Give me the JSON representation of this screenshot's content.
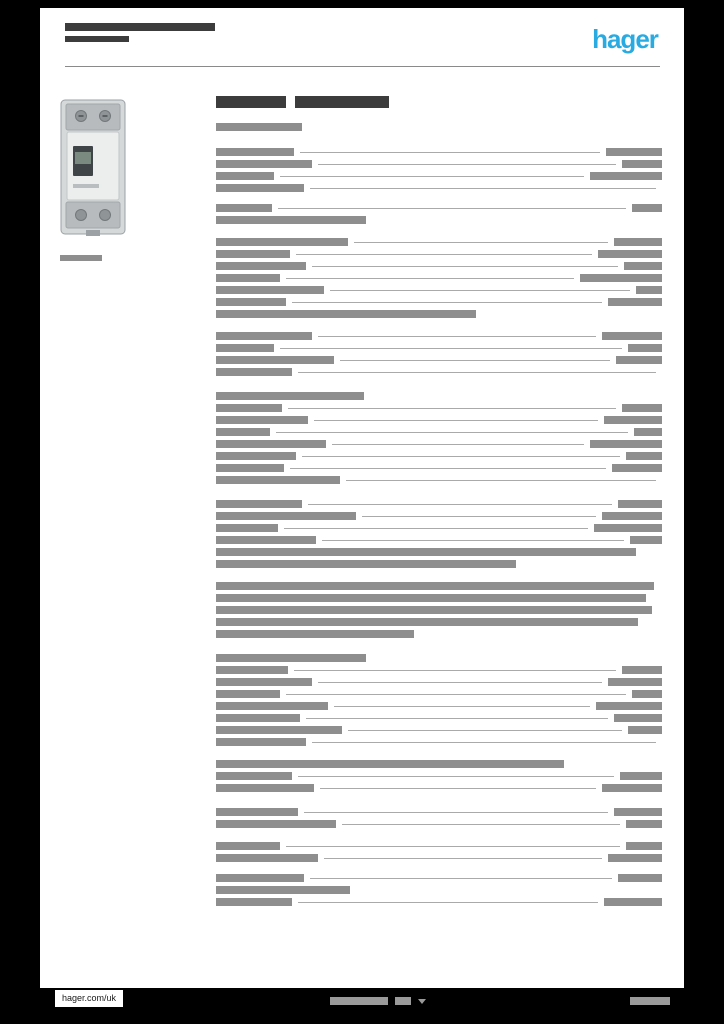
{
  "document": {
    "logo_text": "hager",
    "footer_link": "hager.com/uk"
  },
  "colors": {
    "background": "#000000",
    "paper": "#ffffff",
    "bar": "#8e8e8e",
    "bar_dark": "#3c3c3c",
    "leader": "#aaaaaa",
    "rule": "#8a8a8a",
    "footer_bar": "#9a9a9a",
    "logo_blue": "#29abe2"
  },
  "redacted_layout": {
    "header_left_lines": [
      [
        150,
        8
      ],
      [
        64,
        6
      ]
    ],
    "title_segments": [
      [
        70,
        12
      ],
      [
        94,
        12
      ]
    ],
    "subtitle": [
      86,
      8
    ],
    "product_caption": [
      42,
      6
    ],
    "sections": [
      {
        "gap": 0,
        "rows": [
          [
            78,
            56,
            1
          ],
          [
            96,
            40,
            1
          ],
          [
            58,
            72,
            1
          ],
          [
            88,
            0,
            1
          ]
        ]
      },
      {
        "gap": 12,
        "rows": [
          [
            56,
            30,
            1
          ],
          [
            150,
            0,
            0
          ]
        ]
      },
      {
        "gap": 14,
        "rows": [
          [
            132,
            48,
            1
          ],
          [
            74,
            64,
            1
          ],
          [
            90,
            38,
            1
          ],
          [
            64,
            82,
            1
          ],
          [
            108,
            26,
            1
          ],
          [
            70,
            54,
            1
          ],
          [
            260,
            0,
            0
          ]
        ]
      },
      {
        "gap": 14,
        "rows": [
          [
            96,
            60,
            1
          ],
          [
            58,
            34,
            1
          ],
          [
            118,
            46,
            1
          ],
          [
            76,
            0,
            1
          ]
        ]
      },
      {
        "gap": 16,
        "rows": [
          [
            148,
            0,
            0
          ],
          [
            66,
            40,
            1
          ],
          [
            92,
            58,
            1
          ],
          [
            54,
            28,
            1
          ],
          [
            110,
            72,
            1
          ],
          [
            80,
            36,
            1
          ],
          [
            68,
            50,
            1
          ],
          [
            124,
            0,
            1
          ]
        ]
      },
      {
        "gap": 16,
        "rows": [
          [
            86,
            44,
            1
          ],
          [
            140,
            60,
            1
          ],
          [
            62,
            68,
            1
          ],
          [
            100,
            32,
            1
          ],
          [
            420,
            0,
            0
          ],
          [
            300,
            0,
            0
          ]
        ]
      },
      {
        "gap": 14,
        "rows": [
          [
            438,
            0,
            0
          ],
          [
            430,
            0,
            0
          ],
          [
            436,
            0,
            0
          ],
          [
            422,
            0,
            0
          ],
          [
            198,
            0,
            0
          ]
        ]
      },
      {
        "gap": 16,
        "rows": [
          [
            150,
            0,
            0
          ],
          [
            72,
            40,
            1
          ],
          [
            96,
            54,
            1
          ],
          [
            64,
            30,
            1
          ],
          [
            112,
            66,
            1
          ],
          [
            84,
            48,
            1
          ],
          [
            126,
            34,
            1
          ],
          [
            90,
            0,
            1
          ]
        ]
      },
      {
        "gap": 14,
        "rows": [
          [
            348,
            0,
            0
          ],
          [
            76,
            42,
            1
          ],
          [
            98,
            60,
            1
          ]
        ]
      },
      {
        "gap": 16,
        "rows": [
          [
            82,
            48,
            1
          ],
          [
            120,
            36,
            1
          ]
        ]
      },
      {
        "gap": 14,
        "rows": [
          [
            64,
            36,
            1
          ],
          [
            102,
            54,
            1
          ]
        ]
      },
      {
        "gap": 12,
        "rows": [
          [
            88,
            44,
            1
          ],
          [
            134,
            0,
            0
          ],
          [
            76,
            58,
            1
          ]
        ]
      }
    ],
    "footer_center_bars": [
      [
        58,
        8
      ],
      [
        16,
        8
      ]
    ],
    "footer_right_bar": [
      40,
      8
    ]
  }
}
